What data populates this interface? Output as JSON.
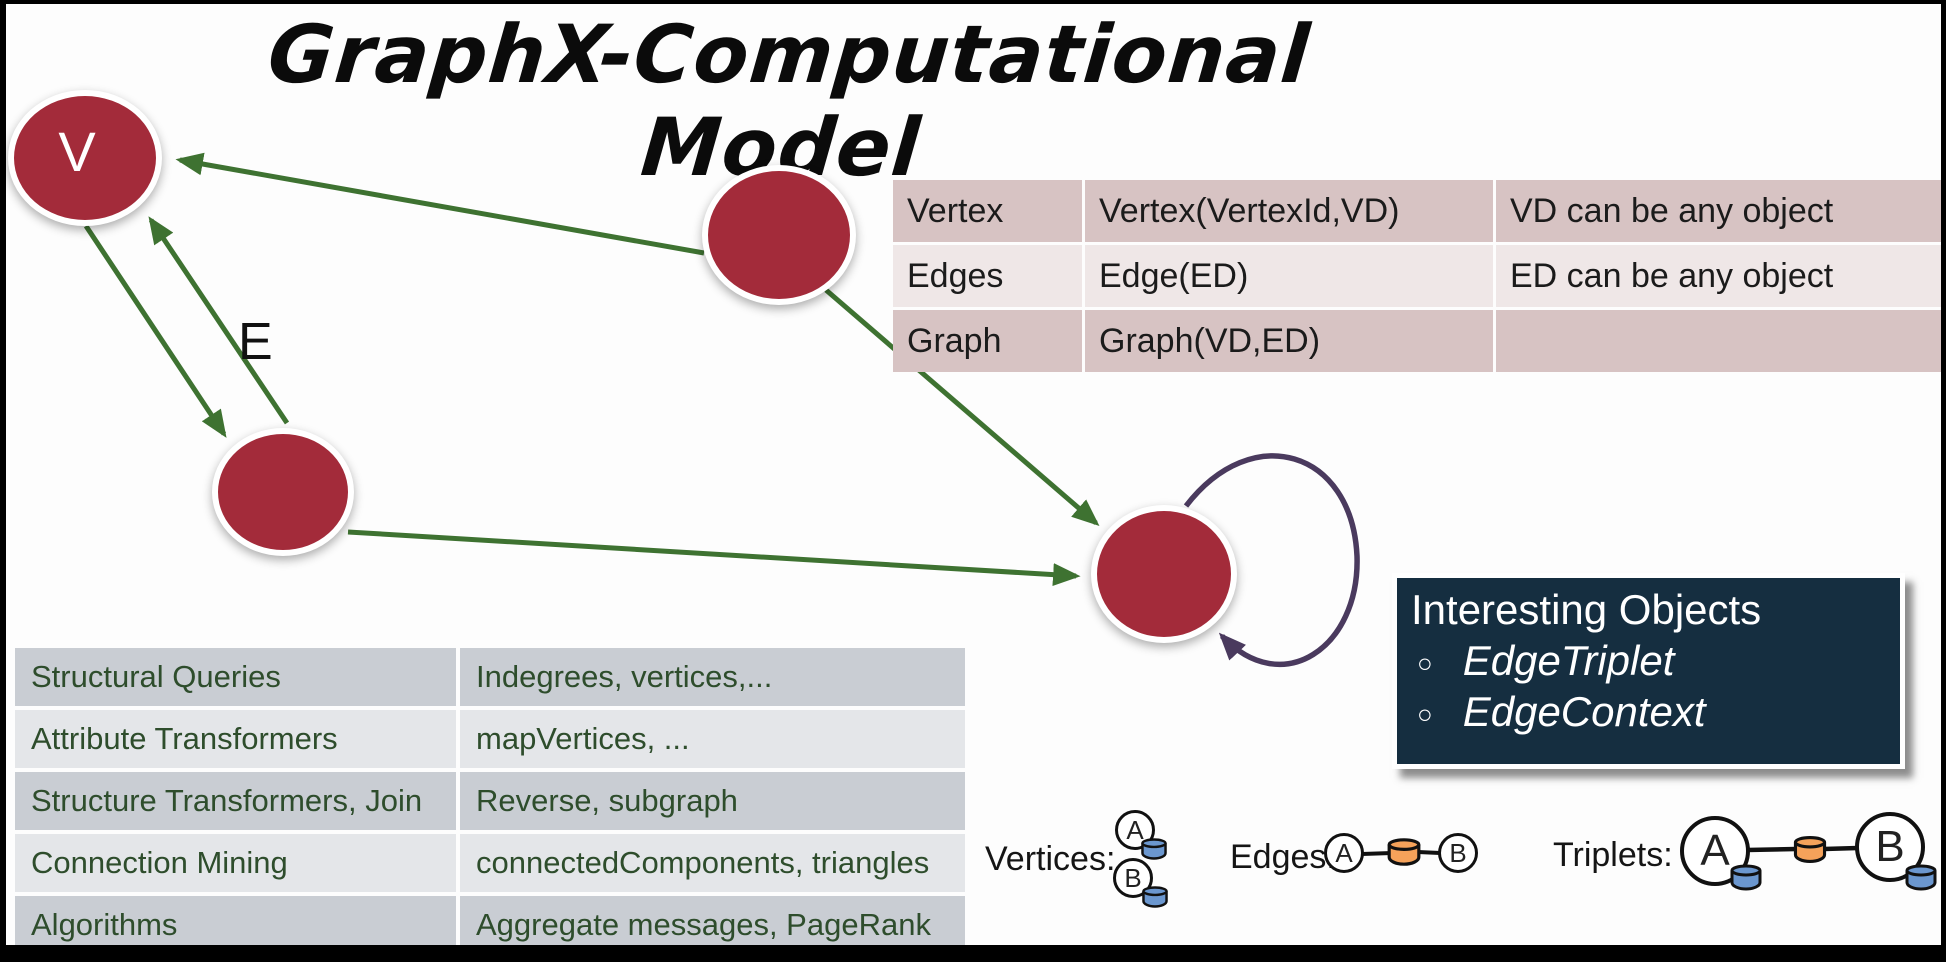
{
  "title": "GraphX-Computational Model",
  "graph": {
    "vertex_label": "V",
    "edge_label": "E"
  },
  "schema_table": {
    "rows": [
      [
        "Vertex",
        "Vertex(VertexId,VD)",
        "VD can be any object"
      ],
      [
        "Edges",
        "Edge(ED)",
        "ED can be any object"
      ],
      [
        "Graph",
        "Graph(VD,ED)",
        ""
      ]
    ]
  },
  "ops_table": {
    "rows": [
      [
        "Structural Queries",
        "Indegrees, vertices,..."
      ],
      [
        "Attribute Transformers",
        "mapVertices, ..."
      ],
      [
        "Structure Transformers, Join",
        "Reverse, subgraph"
      ],
      [
        "Connection Mining",
        "connectedComponents, triangles"
      ],
      [
        "Algorithms",
        "Aggregate messages, PageRank"
      ]
    ]
  },
  "interesting_objects": {
    "title": "Interesting Objects",
    "bullet": "○",
    "items": [
      "EdgeTriplet",
      "EdgeContext"
    ]
  },
  "legend": {
    "vertices_label": "Vertices:",
    "edges_label": "Edges:",
    "triplets_label": "Triplets:",
    "node_a": "A",
    "node_b": "B"
  },
  "colors": {
    "vertex_fill": "#a32b3a",
    "edge_green": "#3e7231",
    "loop_purple": "#4a3a5e",
    "table_rose_dark": "#d7c3c3",
    "table_rose_light": "#efe7e7",
    "table_gray_dark": "#c9cdd3",
    "table_gray_light": "#e4e6e9",
    "ops_text_green": "#2e4d2c",
    "panel_navy": "#152e40",
    "cylinder_blue": "#6b97cf",
    "cylinder_orange": "#f5a25a"
  }
}
